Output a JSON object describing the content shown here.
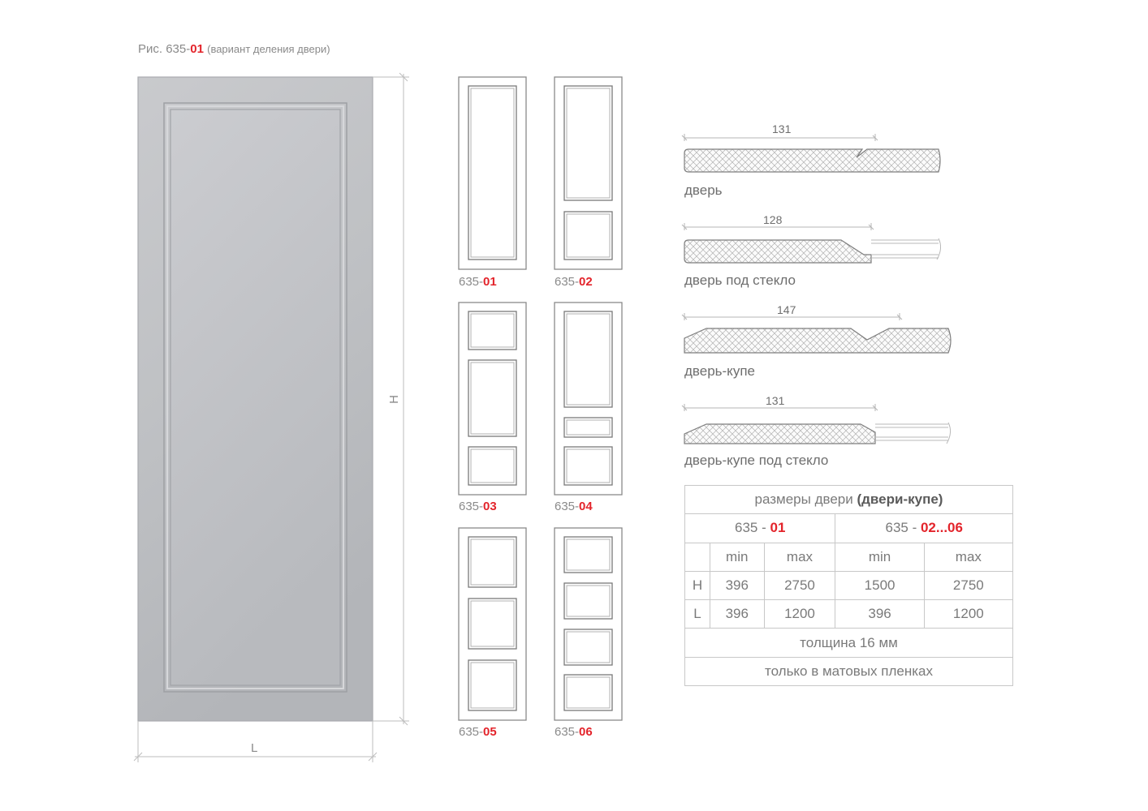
{
  "caption": {
    "prefix": "Рис. 635-",
    "code": "01",
    "subtitle": "(вариант деления двери)"
  },
  "main_door": {
    "width_label": "L",
    "height_label": "H"
  },
  "thumbnails": [
    {
      "prefix": "635-",
      "code": "01"
    },
    {
      "prefix": "635-",
      "code": "02"
    },
    {
      "prefix": "635-",
      "code": "03"
    },
    {
      "prefix": "635-",
      "code": "04"
    },
    {
      "prefix": "635-",
      "code": "05"
    },
    {
      "prefix": "635-",
      "code": "06"
    }
  ],
  "profiles": [
    {
      "dimension": "131",
      "label": "дверь"
    },
    {
      "dimension": "128",
      "label": "дверь под стекло"
    },
    {
      "dimension": "147",
      "label": "дверь-купе"
    },
    {
      "dimension": "131",
      "label": "дверь-купе под стекло"
    }
  ],
  "size_table": {
    "title_plain": "размеры двери ",
    "title_bold": "(двери-купе)",
    "group1_prefix": "635 - ",
    "group1_code": "01",
    "group2_prefix": "635 - ",
    "group2_code": "02...06",
    "min_label": "min",
    "max_label": "max",
    "rows": [
      {
        "label": "H",
        "v1": "396",
        "v2": "2750",
        "v3": "1500",
        "v4": "2750"
      },
      {
        "label": "L",
        "v1": "396",
        "v2": "1200",
        "v3": "396",
        "v4": "1200"
      }
    ],
    "thickness": "толщина 16 мм",
    "finish": "только в матовых пленках"
  }
}
